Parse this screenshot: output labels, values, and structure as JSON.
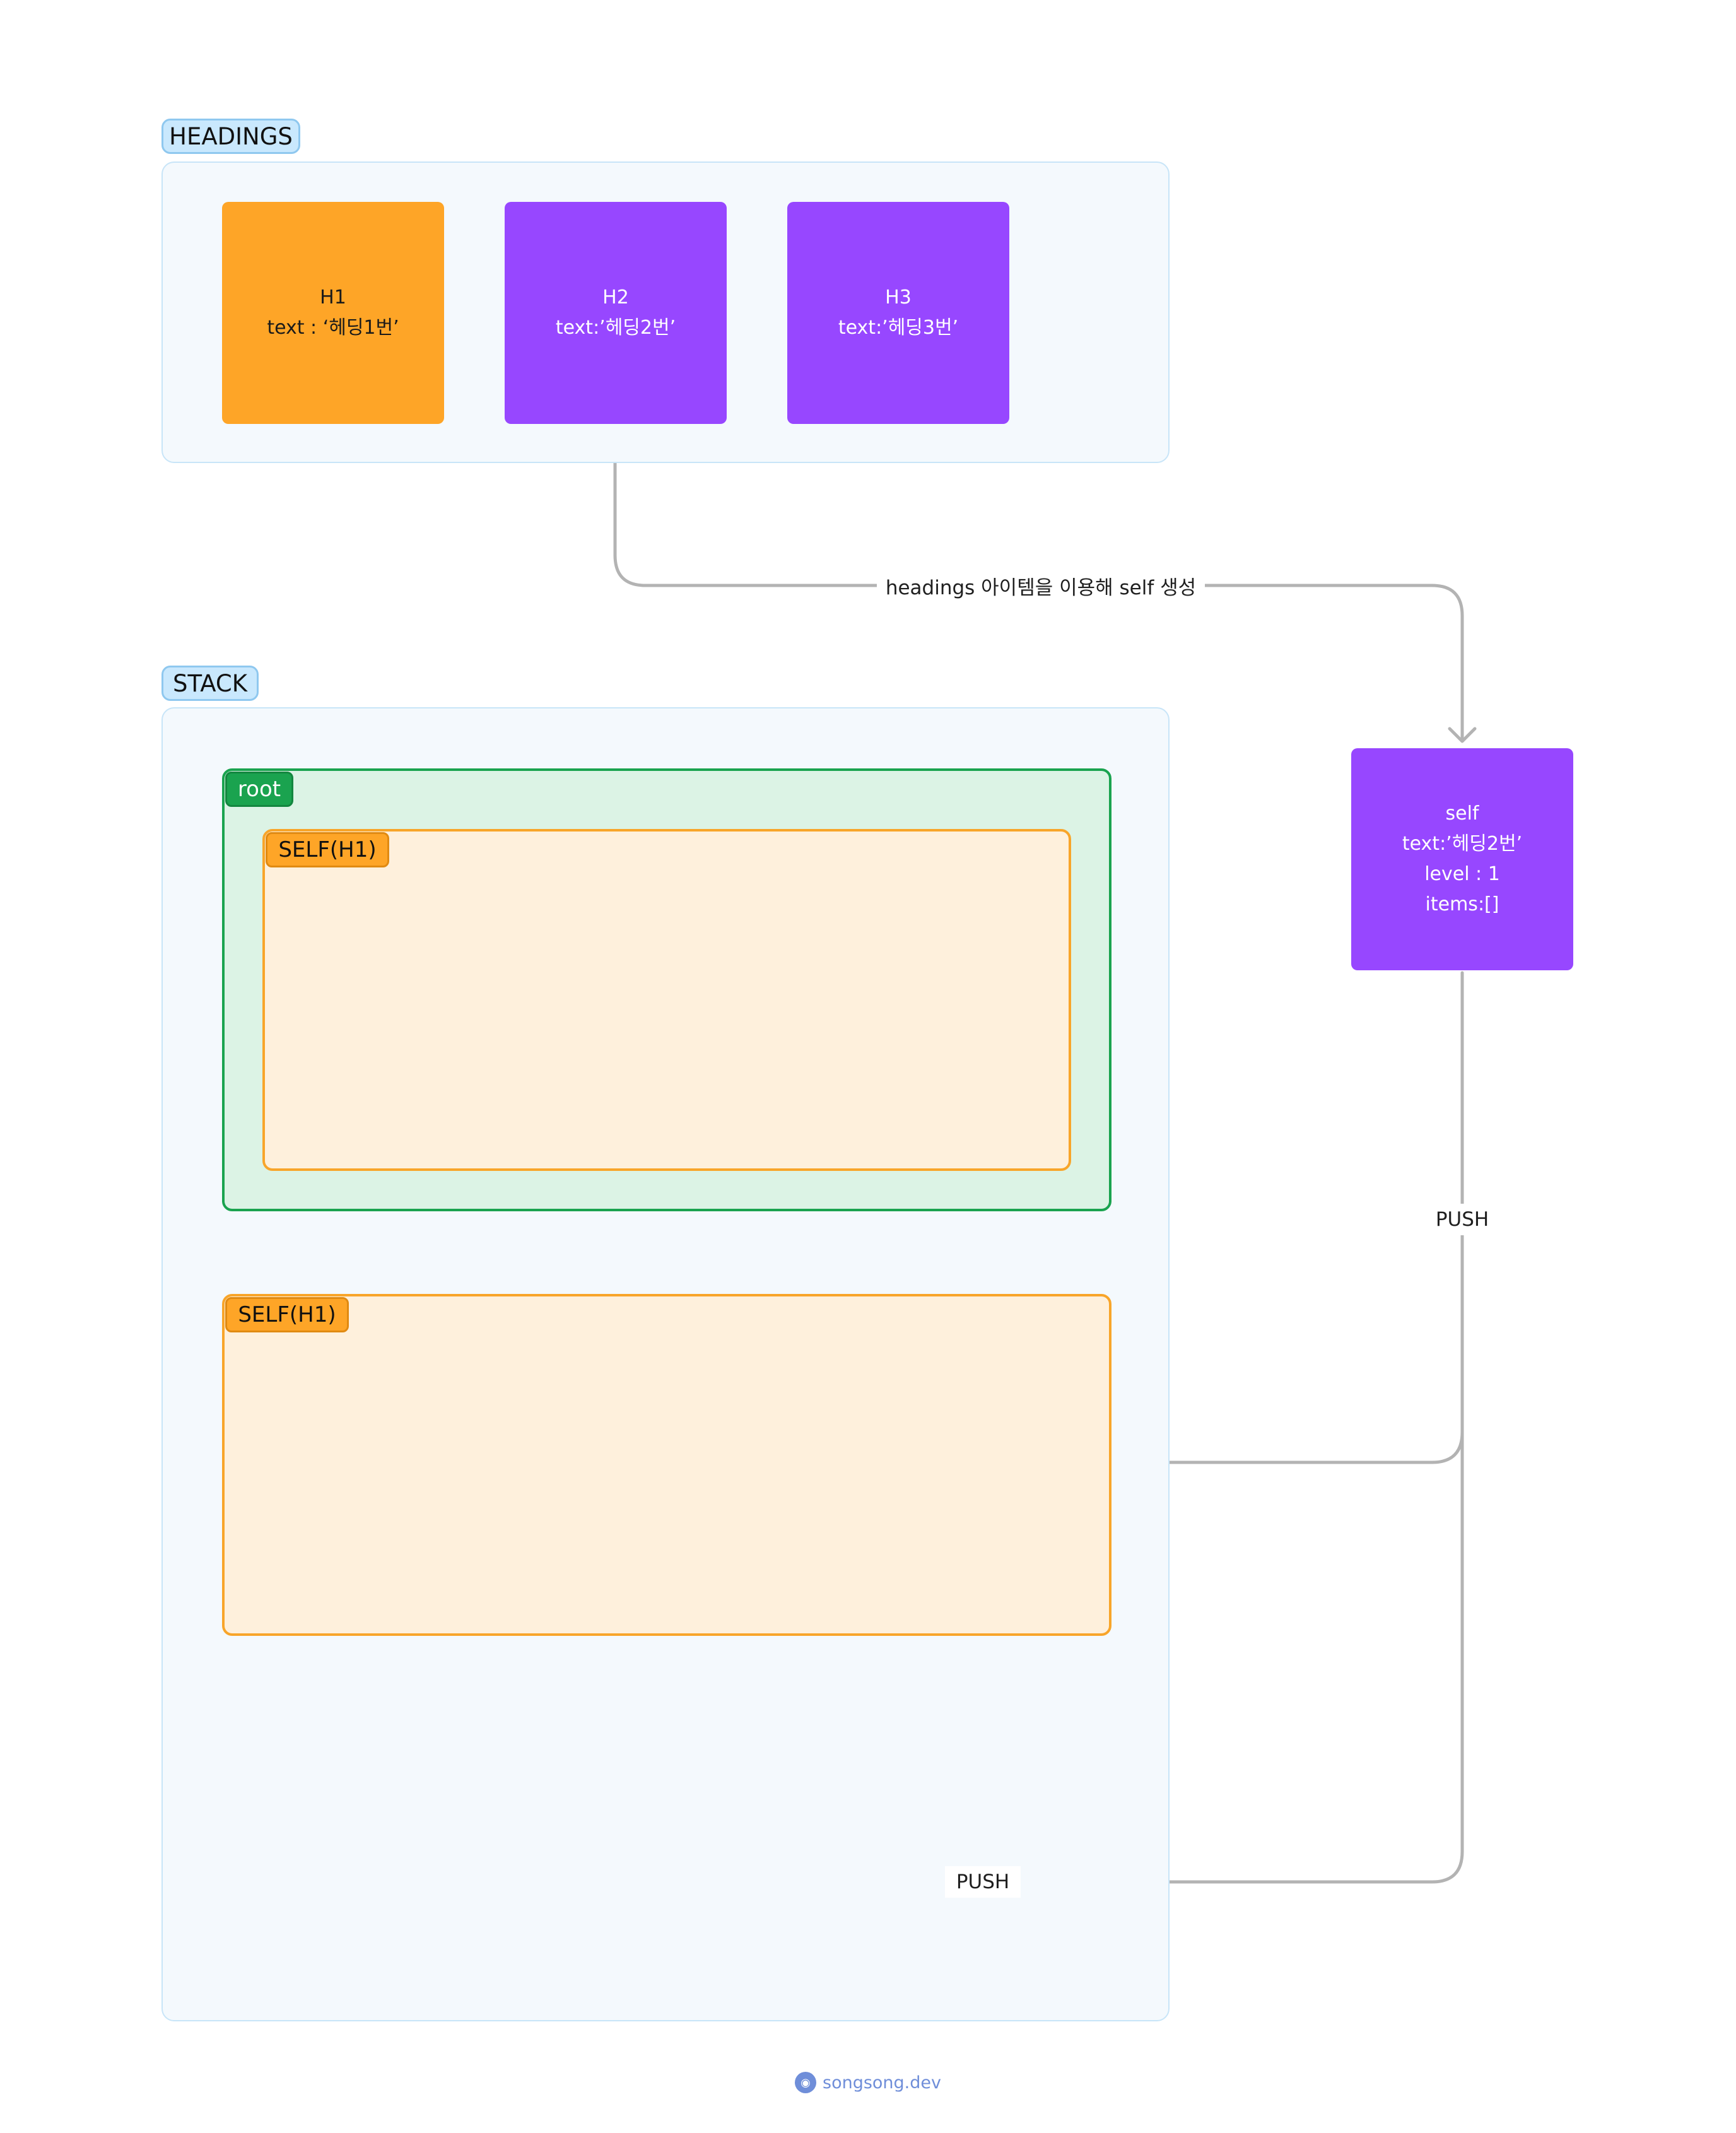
{
  "headings_section": {
    "label": "HEADINGS",
    "cards": [
      {
        "title": "H1",
        "text": "text : ‘헤딩1번’"
      },
      {
        "title": "H2",
        "text": "text:’헤딩2번’"
      },
      {
        "title": "H3",
        "text": "text:’헤딩3번’"
      }
    ]
  },
  "stack_section": {
    "label": "STACK",
    "root_label": "root",
    "inner_self_label": "SELF(H1)",
    "outer_self_label": "SELF(H1)"
  },
  "self_node": {
    "lines": [
      "self",
      "text:’헤딩2번’",
      "level : 1",
      "items:[]"
    ]
  },
  "edges": {
    "create_label": "headings 아이템을 이용해 self 생성",
    "push_label_1": "PUSH",
    "push_label_2": "PUSH"
  },
  "colors": {
    "orange": "#fea527",
    "purple": "#9747ff",
    "green": "#1aa34f",
    "connector": "#b3b3b3"
  },
  "footer": {
    "brand": "songsong.dev",
    "icon": "globe-icon"
  }
}
